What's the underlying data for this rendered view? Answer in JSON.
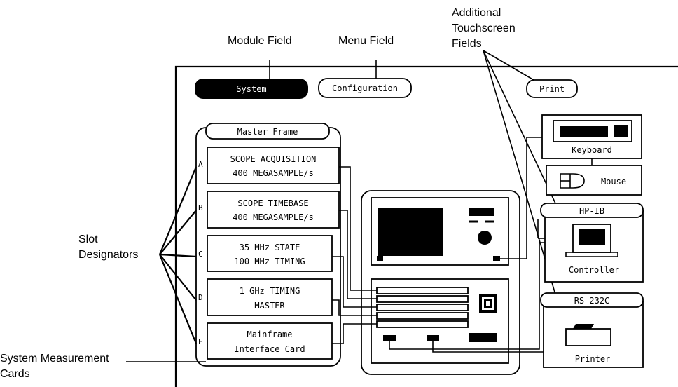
{
  "callouts": {
    "module_field": "Module Field",
    "menu_field": "Menu Field",
    "additional_1": "Additional",
    "additional_2": "Touchscreen",
    "additional_3": "Fields",
    "slot_1": "Slot",
    "slot_2": "Designators",
    "cards_1": "System Measurement",
    "cards_2": "Cards"
  },
  "screen": {
    "system_button": "System",
    "configuration_button": "Configuration",
    "print_button": "Print",
    "master_frame": "Master Frame"
  },
  "slots": [
    {
      "letter": "A",
      "line1": "SCOPE ACQUISITION",
      "line2": "400 MEGASAMPLE/s"
    },
    {
      "letter": "B",
      "line1": "SCOPE TIMEBASE",
      "line2": "400 MEGASAMPLE/s"
    },
    {
      "letter": "C",
      "line1": "35 MHz STATE",
      "line2": "100 MHz TIMING"
    },
    {
      "letter": "D",
      "line1": "1 GHz TIMING",
      "line2": "MASTER"
    },
    {
      "letter": "E",
      "line1": "Mainframe",
      "line2": "Interface Card"
    }
  ],
  "peripherals": {
    "keyboard": "Keyboard",
    "mouse": "Mouse",
    "hpib": "HP-IB",
    "controller": "Controller",
    "rs232": "RS-232C",
    "printer": "Printer"
  }
}
